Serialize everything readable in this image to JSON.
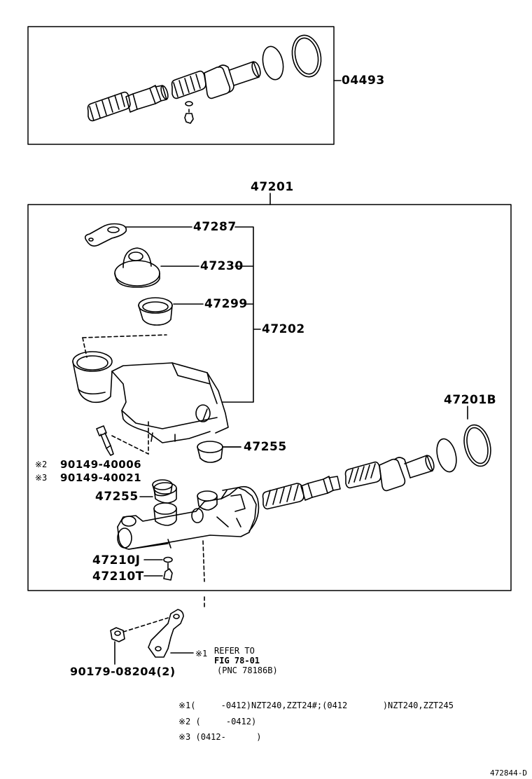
{
  "parts": {
    "kit_04493": "04493",
    "assy_47201": "47201",
    "p_47287": "47287",
    "p_47230": "47230",
    "p_47299": "47299",
    "p_47202": "47202",
    "p_47201B": "47201B",
    "p_47255_right": "47255",
    "p_47255_left": "47255",
    "p_90149_40006": "90149-40006",
    "p_90149_40021": "90149-40021",
    "p_47210J": "47210J",
    "p_47210T": "47210T",
    "p_90179_08204": "90179-08204(2)"
  },
  "marks": {
    "m2": "※2",
    "m3": "※3",
    "m1": "※1"
  },
  "refer": {
    "line1": "REFER TO",
    "line2": "FIG 78-01",
    "line3": "(PNC 78186B)"
  },
  "footnotes": {
    "n1": "※1(     -0412)NZT240,ZZT24#;(0412       )NZT240,ZZT245",
    "n2": "※2 (     -0412)",
    "n3": "※3 (0412-      )"
  },
  "figure_id": "472844-D"
}
